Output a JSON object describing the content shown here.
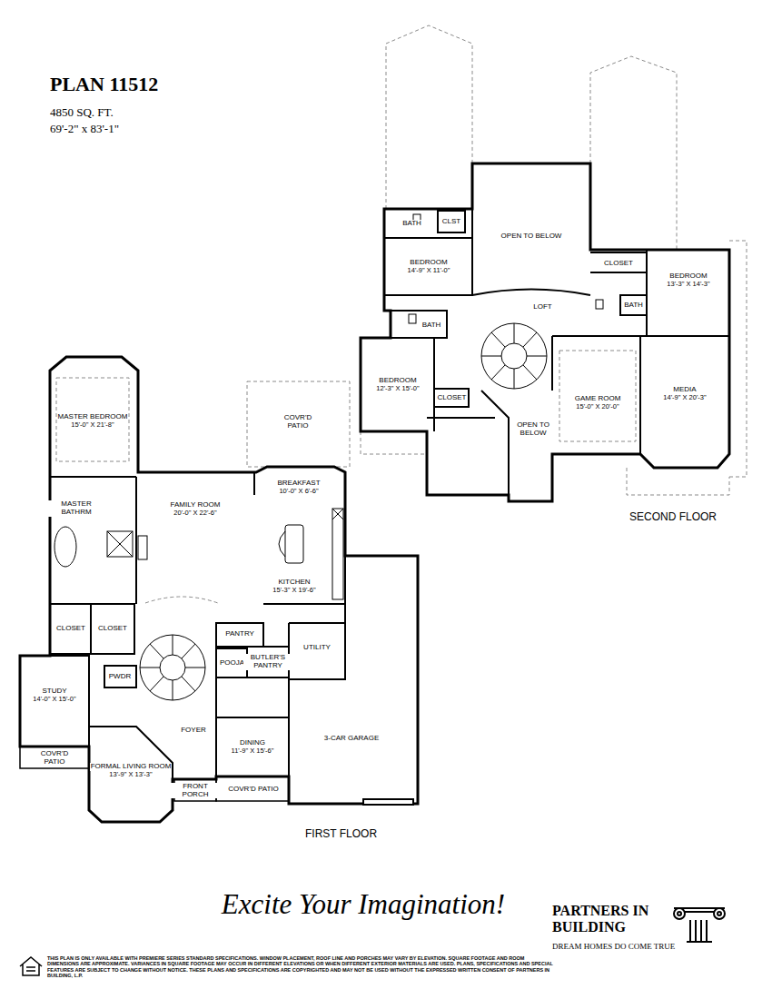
{
  "diagram": {
    "title": "PLAN 11512",
    "nodes": [
      {
        "text": [
          "BATH"
        ]
      },
      {
        "text": [
          "CLST"
        ]
      },
      {
        "text": [
          "OPEN TO BELOW"
        ]
      },
      {
        "text": [
          "BEDROOM",
          "14'-9\" X 11'-0\""
        ]
      },
      {
        "text": [
          "CLOSET"
        ]
      },
      {
        "text": [
          "BEDROOM",
          "13'-3\" X 14'-3\""
        ]
      },
      {
        "text": [
          "BATH"
        ]
      },
      {
        "text": [
          "LOFT"
        ]
      },
      {
        "text": [
          "BATH"
        ]
      },
      {
        "text": [
          "BEDROOM",
          "12'-3\" X 15'-0\""
        ]
      },
      {
        "text": [
          "CLOSET"
        ]
      },
      {
        "text": [
          "OPEN TO BELOW"
        ]
      },
      {
        "text": [
          "GAME ROOM",
          "15'-0\" X 20'-0\""
        ]
      },
      {
        "text": [
          "MEDIA",
          "14'-9\" X 20'-3\""
        ]
      },
      {
        "text": [
          "MASTER BEDROOM",
          "15'-0\" X 21'-8\""
        ]
      },
      {
        "text": [
          "COVR'D PATIO"
        ]
      },
      {
        "text": [
          "BREAKFAST",
          "10'-0\" X 6'-6\""
        ]
      },
      {
        "text": [
          "MASTER BATHRM"
        ]
      },
      {
        "text": [
          "FAMILY ROOM",
          "20'-0\" X 22'-6\""
        ]
      },
      {
        "text": [
          "KITCHEN",
          "15'-3\" X 19'-6\""
        ]
      },
      {
        "text": [
          "CLOSET"
        ]
      },
      {
        "text": [
          "CLOSET"
        ]
      },
      {
        "text": [
          "PANTRY"
        ]
      },
      {
        "text": [
          "UTILITY"
        ]
      },
      {
        "text": [
          "POOJA"
        ]
      },
      {
        "text": [
          "BUTLER'S PANTRY"
        ]
      },
      {
        "text": [
          "STUDY",
          "14'-0\" X 15'-0\""
        ]
      },
      {
        "text": [
          "PWDR"
        ]
      },
      {
        "text": [
          "FOYER"
        ]
      },
      {
        "text": [
          "DINING",
          "11'-9\" X 15'-6\""
        ]
      },
      {
        "text": [
          "3-CAR GARAGE"
        ]
      },
      {
        "text": [
          "FORMAL LIVING ROOM",
          "13'-9\" X 13'-3\""
        ]
      },
      {
        "text": [
          "COVR'D PATIO"
        ]
      },
      {
        "text": [
          "FRONT PORCH"
        ]
      },
      {
        "text": [
          "COVR'D PATIO"
        ]
      }
    ],
    "labels": [
      "4850 SQ. FT.",
      "69'-2\" x 83'-1\"",
      "SECOND FLOOR",
      "FIRST FLOOR",
      "Excite Your Imagination!",
      "PARTNERS IN BUILDING",
      "DREAM HOMES DO COME TRUE",
      "THIS PLAN IS ONLY AVAILABLE WITH PREMIERE SERIES STANDARD SPECIFICATIONS. WINDOW PLACEMENT, ROOF LINE AND PORCHES MAY VARY BY ELEVATION. SQUARE FOOTAGE AND ROOM DIMENSIONS ARE APPROXIMATE. VARIANCES IN SQUARE FOOTAGE MAY OCCUR IN DIFFERENT ELEVATIONS OR WHEN DIFFERENT EXTERIOR MATERIALS ARE USED. PLANS, SPECIFICATIONS AND SPECIAL FEATURES ARE SUBJECT TO CHANGE WITHOUT NOTICE. THESE PLANS AND SPECIFICATIONS ARE COPYRIGHTED AND MAY NOT BE USED WITHOUT THE EXPRESSED WRITTEN CONSENT OF PARTNERS IN BUILDING, L.P."
    ]
  }
}
